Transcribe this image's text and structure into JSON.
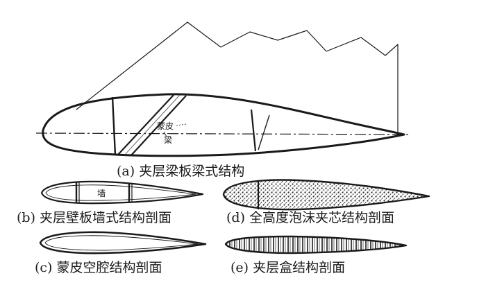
{
  "labels": {
    "skin": "蒙皮",
    "spar": "梁",
    "wall": "墙"
  },
  "captions": {
    "a": "(a) 夹层梁板梁式结构",
    "b": "(b) 夹层壁板墙式结构剖面",
    "c": "(c) 蒙皮空腔结构剖面",
    "d": "(d) 全高度泡沫夹芯结构剖面",
    "e": "(e) 夹层盒结构剖面"
  }
}
